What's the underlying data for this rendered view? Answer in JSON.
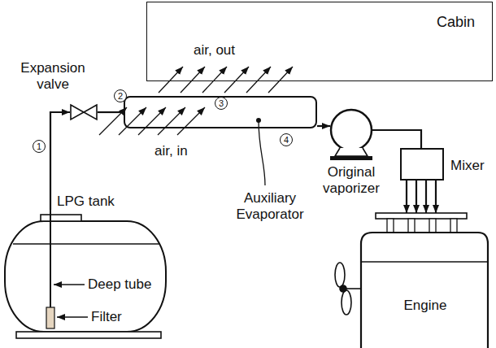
{
  "diagram": {
    "nodes": [
      {
        "text": [
          "Cabin"
        ]
      },
      {
        "text": [
          "Expansion valve"
        ]
      },
      {
        "text": [
          "Auxiliary Evaporator"
        ]
      },
      {
        "text": [
          "Original vaporizer"
        ]
      },
      {
        "text": [
          "Mixer"
        ]
      },
      {
        "text": [
          "LPG tank",
          "Deep tube",
          "Filter"
        ]
      },
      {
        "text": [
          "Engine"
        ]
      }
    ],
    "edges": [
      {
        "from": 5,
        "to": 1,
        "arrow": "to"
      },
      {
        "from": 1,
        "to": 2,
        "arrow": "none"
      },
      {
        "from": 2,
        "to": 3,
        "arrow": "to"
      },
      {
        "from": 3,
        "to": 4,
        "arrow": "none"
      },
      {
        "from": 4,
        "to": 6,
        "arrow": "to"
      }
    ],
    "labels": [
      "air, out",
      "air, in",
      "1",
      "2",
      "3",
      "4"
    ]
  }
}
